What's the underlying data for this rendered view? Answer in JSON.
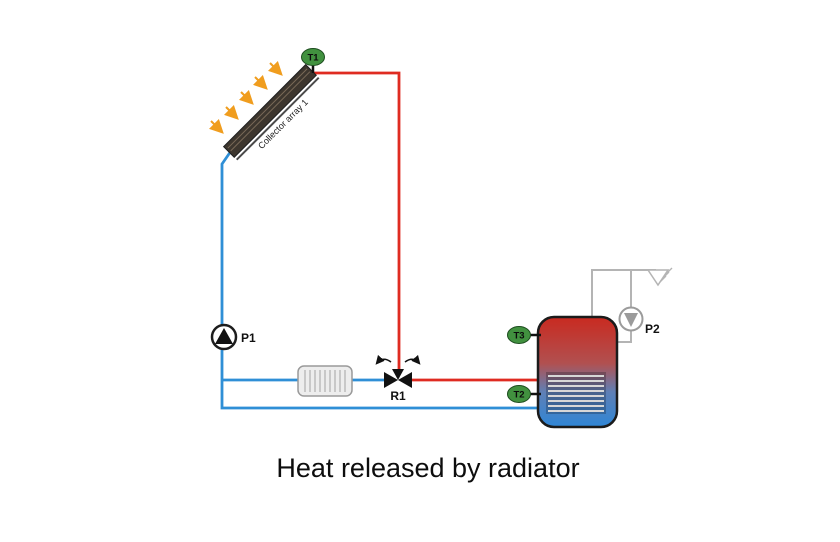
{
  "diagram": {
    "caption": "Heat released by radiator",
    "collector_label": "Collector array 1",
    "sensor_t1": "T1",
    "sensor_t2": "T2",
    "sensor_t3": "T3",
    "pump_p1": "P1",
    "pump_p2": "P2",
    "valve_r1": "R1"
  },
  "colors": {
    "hot_pipe": "#df2b21",
    "cold_pipe": "#2f8fd6",
    "utility_pipe": "#b4b4b4",
    "sun_arrow": "#f09d1e",
    "sensor_fill": "#41913f",
    "tank_stop_top": "#c92a20",
    "tank_stop_upper_mid": "#b15050",
    "tank_stop_lower_mid": "#5f7fb5",
    "tank_stop_bottom": "#2f86d6"
  }
}
